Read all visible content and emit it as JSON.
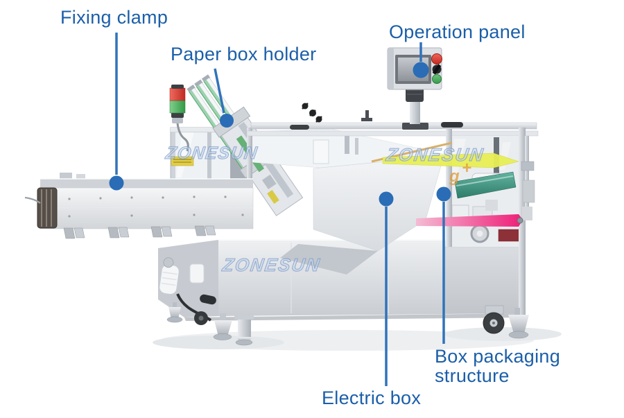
{
  "callouts": {
    "fixing_clamp": {
      "label": "Fixing clamp"
    },
    "paper_box_holder": {
      "label": "Paper box holder"
    },
    "operation_panel": {
      "label": "Operation panel"
    },
    "electric_box": {
      "label": "Electric box"
    },
    "box_packaging_structure": {
      "label": "Box packaging structure"
    }
  },
  "watermark": {
    "brand": "ZONESUN",
    "fragments": {
      "g": "g",
      "plus": "+"
    }
  },
  "palette": {
    "label_text_blue": "#1b5fa9",
    "callout_line_blue": "#3173ba",
    "callout_dot_blue": "#2a6cb6",
    "signal_tower_red": "#d84038",
    "signal_tower_green": "#3f9e4e",
    "feeder_rail_green": "#9ad4ae",
    "belt_teal": "#4a9e8a",
    "beam_pink": "#ee1e78",
    "guide_yellow": "#e8ef55",
    "emergency_stop_red": "#d23a30",
    "start_button_green": "#46a85a",
    "machine_grey": "#d9dcdf",
    "watermark_blue": "#8cabd4",
    "watermark_orange": "#e09a35"
  }
}
